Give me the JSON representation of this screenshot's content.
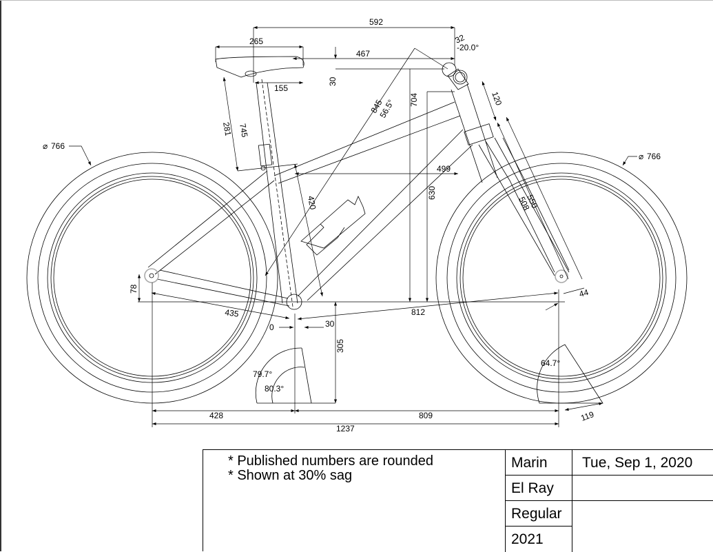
{
  "title_block": {
    "notes": [
      "* Published numbers are rounded",
      "* Shown at 30% sag"
    ],
    "brand": "Marin",
    "model": "El Ray",
    "size": "Regular",
    "year": "2021",
    "date": "Tue, Sep 1, 2020"
  },
  "dimensions": {
    "reach_top": "592",
    "saddle_length": "265",
    "stack_offset": "467",
    "saddle_setback": "155",
    "saddle_drop": "30",
    "stem_length": "32",
    "stem_angle": "-20.0°",
    "saddle_to_bar": "845",
    "seat_angle_effective": "56.5°",
    "stack": "704",
    "head_tube_length": "120",
    "top_tube_reach": "499",
    "frame_stack": "630",
    "fork_length_a2c": "550",
    "fork_length": "508",
    "seat_tube_length": "420",
    "seat_post_insertion": "281",
    "seat_height": "745",
    "bb_drop_rear": "78",
    "chainstay_length": "435",
    "seat_offset": "0",
    "bb_offset": "30",
    "front_center": "812",
    "fork_offset": "44",
    "bb_height": "305",
    "seat_angle_actual": "79.7°",
    "seat_angle_effective_2": "80.3°",
    "head_angle": "64.7°",
    "trail": "119",
    "rear_center_horizontal": "428",
    "front_center_horizontal": "809",
    "wheelbase": "1237",
    "rear_wheel_diameter": "766",
    "front_wheel_diameter": "766",
    "diameter_symbol": "⌀"
  }
}
